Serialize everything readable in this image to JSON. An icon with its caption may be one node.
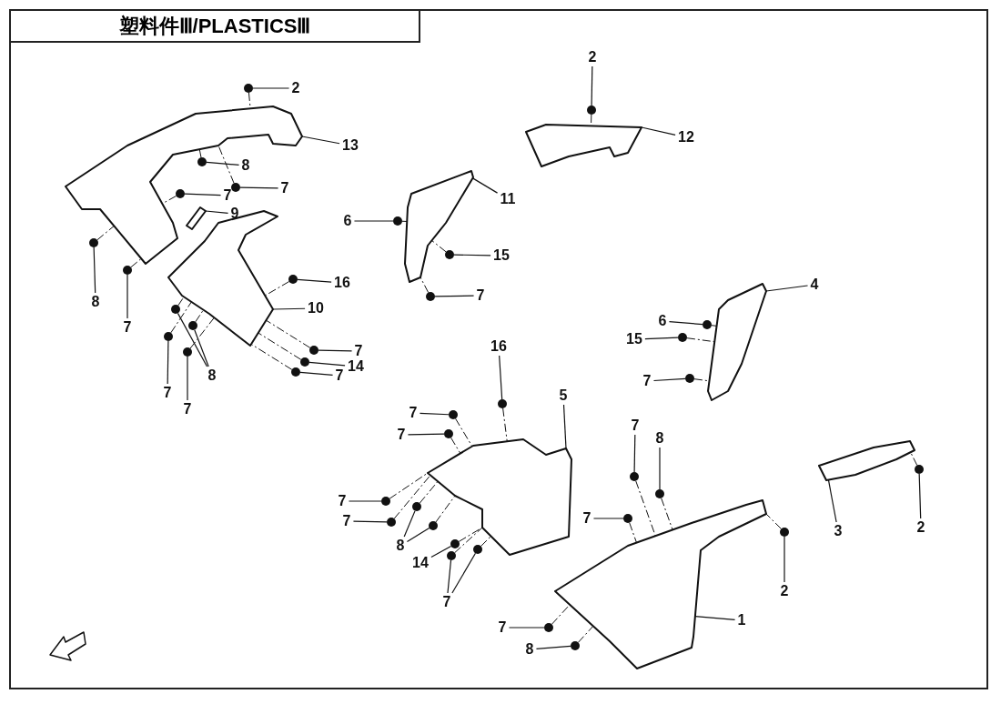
{
  "diagram": {
    "title": "塑料件Ⅲ/PLASTICSⅢ",
    "nodes": [
      {
        "text": [
          "2"
        ]
      },
      {
        "text": [],
        "shape": "circle"
      },
      {
        "text": [
          "13"
        ]
      },
      {
        "text": [],
        "shape": "picture"
      },
      {
        "text": [
          "8"
        ]
      },
      {
        "text": [],
        "shape": "circle"
      },
      {
        "text": [
          "7"
        ]
      },
      {
        "text": [],
        "shape": "circle"
      },
      {
        "text": [
          "7"
        ]
      },
      {
        "text": [],
        "shape": "circle"
      },
      {
        "text": [
          "9"
        ]
      },
      {
        "text": [],
        "shape": "picture"
      },
      {
        "text": [
          "8"
        ]
      },
      {
        "text": [],
        "shape": "circle"
      },
      {
        "text": [
          "7"
        ]
      },
      {
        "text": [],
        "shape": "circle"
      },
      {
        "text": [
          "16"
        ]
      },
      {
        "text": [],
        "shape": "circle"
      },
      {
        "text": [
          "10"
        ]
      },
      {
        "text": [],
        "shape": "picture"
      },
      {
        "text": [
          "7"
        ]
      },
      {
        "text": [],
        "shape": "circle"
      },
      {
        "text": [
          "14"
        ]
      },
      {
        "text": [],
        "shape": "circle"
      },
      {
        "text": [
          "7"
        ]
      },
      {
        "text": [],
        "shape": "circle"
      },
      {
        "text": [
          "7"
        ]
      },
      {
        "text": [],
        "shape": "circle"
      },
      {
        "text": [
          "8"
        ]
      },
      {
        "text": [],
        "shape": "circle"
      },
      {
        "text": [],
        "shape": "circle"
      },
      {
        "text": [
          "7"
        ]
      },
      {
        "text": [],
        "shape": "circle"
      },
      {
        "text": [
          "2"
        ]
      },
      {
        "text": [],
        "shape": "circle"
      },
      {
        "text": [
          "12"
        ]
      },
      {
        "text": [],
        "shape": "picture"
      },
      {
        "text": [
          "11"
        ]
      },
      {
        "text": [],
        "shape": "picture"
      },
      {
        "text": [
          "6"
        ]
      },
      {
        "text": [],
        "shape": "circle"
      },
      {
        "text": [
          "15"
        ]
      },
      {
        "text": [],
        "shape": "circle"
      },
      {
        "text": [
          "7"
        ]
      },
      {
        "text": [],
        "shape": "circle"
      },
      {
        "text": [
          "4"
        ]
      },
      {
        "text": [],
        "shape": "picture"
      },
      {
        "text": [
          "6"
        ]
      },
      {
        "text": [],
        "shape": "circle"
      },
      {
        "text": [
          "15"
        ]
      },
      {
        "text": [],
        "shape": "circle"
      },
      {
        "text": [
          "7"
        ]
      },
      {
        "text": [],
        "shape": "circle"
      },
      {
        "text": [
          "16"
        ]
      },
      {
        "text": [],
        "shape": "circle"
      },
      {
        "text": [
          "5"
        ]
      },
      {
        "text": [],
        "shape": "picture"
      },
      {
        "text": [
          "7"
        ]
      },
      {
        "text": [],
        "shape": "circle"
      },
      {
        "text": [
          "7"
        ]
      },
      {
        "text": [],
        "shape": "circle"
      },
      {
        "text": [
          "7"
        ]
      },
      {
        "text": [],
        "shape": "circle"
      },
      {
        "text": [
          "7"
        ]
      },
      {
        "text": [],
        "shape": "circle"
      },
      {
        "text": [
          "8"
        ]
      },
      {
        "text": [],
        "shape": "circle"
      },
      {
        "text": [],
        "shape": "circle"
      },
      {
        "text": [
          "14"
        ]
      },
      {
        "text": [],
        "shape": "circle"
      },
      {
        "text": [
          "7"
        ]
      },
      {
        "text": [],
        "shape": "circle"
      },
      {
        "text": [],
        "shape": "circle"
      },
      {
        "text": [
          "7"
        ]
      },
      {
        "text": [],
        "shape": "circle"
      },
      {
        "text": [
          "8"
        ]
      },
      {
        "text": [],
        "shape": "circle"
      },
      {
        "text": [
          "7"
        ]
      },
      {
        "text": [],
        "shape": "circle"
      },
      {
        "text": [
          "2"
        ]
      },
      {
        "text": [],
        "shape": "circle"
      },
      {
        "text": [
          "3"
        ]
      },
      {
        "text": [],
        "shape": "picture"
      },
      {
        "text": [
          "2"
        ]
      },
      {
        "text": [],
        "shape": "circle"
      },
      {
        "text": [
          "1"
        ]
      },
      {
        "text": [],
        "shape": "picture"
      },
      {
        "text": [
          "7"
        ]
      },
      {
        "text": [],
        "shape": "circle"
      },
      {
        "text": [
          "8"
        ]
      },
      {
        "text": [],
        "shape": "circle"
      }
    ],
    "edges": [
      {
        "from": 0,
        "to": 1,
        "arrow": "none"
      },
      {
        "from": 2,
        "to": 3,
        "arrow": "none"
      },
      {
        "from": 4,
        "to": 5,
        "arrow": "none"
      },
      {
        "from": 6,
        "to": 7,
        "arrow": "none"
      },
      {
        "from": 8,
        "to": 9,
        "arrow": "none"
      },
      {
        "from": 10,
        "to": 11,
        "arrow": "none"
      },
      {
        "from": 12,
        "to": 13,
        "arrow": "none"
      },
      {
        "from": 14,
        "to": 15,
        "arrow": "none"
      },
      {
        "from": 16,
        "to": 17,
        "arrow": "none"
      },
      {
        "from": 18,
        "to": 19,
        "arrow": "none"
      },
      {
        "from": 20,
        "to": 21,
        "arrow": "none"
      },
      {
        "from": 22,
        "to": 23,
        "arrow": "none"
      },
      {
        "from": 24,
        "to": 25,
        "arrow": "none"
      },
      {
        "from": 26,
        "to": 27,
        "arrow": "none"
      },
      {
        "from": 28,
        "to": 29,
        "arrow": "none"
      },
      {
        "from": 28,
        "to": 30,
        "arrow": "none"
      },
      {
        "from": 31,
        "to": 32,
        "arrow": "none"
      },
      {
        "from": 33,
        "to": 34,
        "arrow": "none"
      },
      {
        "from": 35,
        "to": 36,
        "arrow": "none"
      },
      {
        "from": 37,
        "to": 38,
        "arrow": "none"
      },
      {
        "from": 39,
        "to": 40,
        "arrow": "none"
      },
      {
        "from": 41,
        "to": 42,
        "arrow": "none"
      },
      {
        "from": 43,
        "to": 44,
        "arrow": "none"
      },
      {
        "from": 45,
        "to": 46,
        "arrow": "none"
      },
      {
        "from": 47,
        "to": 48,
        "arrow": "none"
      },
      {
        "from": 49,
        "to": 50,
        "arrow": "none"
      },
      {
        "from": 51,
        "to": 52,
        "arrow": "none"
      },
      {
        "from": 53,
        "to": 54,
        "arrow": "none"
      },
      {
        "from": 55,
        "to": 56,
        "arrow": "none"
      },
      {
        "from": 57,
        "to": 58,
        "arrow": "none"
      },
      {
        "from": 59,
        "to": 60,
        "arrow": "none"
      },
      {
        "from": 61,
        "to": 62,
        "arrow": "none"
      },
      {
        "from": 63,
        "to": 64,
        "arrow": "none"
      },
      {
        "from": 65,
        "to": 66,
        "arrow": "none"
      },
      {
        "from": 65,
        "to": 67,
        "arrow": "none"
      },
      {
        "from": 68,
        "to": 69,
        "arrow": "none"
      },
      {
        "from": 70,
        "to": 71,
        "arrow": "none"
      },
      {
        "from": 70,
        "to": 72,
        "arrow": "none"
      },
      {
        "from": 73,
        "to": 74,
        "arrow": "none"
      },
      {
        "from": 75,
        "to": 76,
        "arrow": "none"
      },
      {
        "from": 77,
        "to": 78,
        "arrow": "none"
      },
      {
        "from": 79,
        "to": 80,
        "arrow": "none"
      },
      {
        "from": 81,
        "to": 82,
        "arrow": "none"
      },
      {
        "from": 83,
        "to": 84,
        "arrow": "none"
      },
      {
        "from": 85,
        "to": 86,
        "arrow": "none"
      },
      {
        "from": 87,
        "to": 88,
        "arrow": "none"
      },
      {
        "from": 89,
        "to": 90,
        "arrow": "none"
      },
      {
        "from": 1,
        "to": 3,
        "arrow": "none",
        "style": "dashed"
      },
      {
        "from": 5,
        "to": 3,
        "arrow": "none",
        "style": "dashed"
      },
      {
        "from": 7,
        "to": 3,
        "arrow": "none",
        "style": "dashed"
      },
      {
        "from": 9,
        "to": 3,
        "arrow": "none",
        "style": "dashed"
      },
      {
        "from": 13,
        "to": 3,
        "arrow": "none",
        "style": "dashed"
      },
      {
        "from": 15,
        "to": 3,
        "arrow": "none",
        "style": "dashed"
      },
      {
        "from": 17,
        "to": 19,
        "arrow": "none",
        "style": "dashed"
      },
      {
        "from": 21,
        "to": 19,
        "arrow": "none",
        "style": "dashed"
      },
      {
        "from": 23,
        "to": 19,
        "arrow": "none",
        "style": "dashed"
      },
      {
        "from": 25,
        "to": 19,
        "arrow": "none",
        "style": "dashed"
      },
      {
        "from": 27,
        "to": 19,
        "arrow": "none",
        "style": "dashed"
      },
      {
        "from": 29,
        "to": 19,
        "arrow": "none",
        "style": "dashed"
      },
      {
        "from": 30,
        "to": 19,
        "arrow": "none",
        "style": "dashed"
      },
      {
        "from": 32,
        "to": 19,
        "arrow": "none",
        "style": "dashed"
      },
      {
        "from": 34,
        "to": 36,
        "arrow": "none",
        "style": "dashed"
      },
      {
        "from": 40,
        "to": 38,
        "arrow": "none",
        "style": "dashed"
      },
      {
        "from": 42,
        "to": 38,
        "arrow": "none",
        "style": "dashed"
      },
      {
        "from": 44,
        "to": 38,
        "arrow": "none",
        "style": "dashed"
      },
      {
        "from": 48,
        "to": 46,
        "arrow": "none",
        "style": "dashed"
      },
      {
        "from": 50,
        "to": 46,
        "arrow": "none",
        "style": "dashed"
      },
      {
        "from": 52,
        "to": 46,
        "arrow": "none",
        "style": "dashed"
      },
      {
        "from": 54,
        "to": 56,
        "arrow": "none",
        "style": "dashed"
      },
      {
        "from": 58,
        "to": 56,
        "arrow": "none",
        "style": "dashed"
      },
      {
        "from": 60,
        "to": 56,
        "arrow": "none",
        "style": "dashed"
      },
      {
        "from": 62,
        "to": 56,
        "arrow": "none",
        "style": "dashed"
      },
      {
        "from": 64,
        "to": 56,
        "arrow": "none",
        "style": "dashed"
      },
      {
        "from": 66,
        "to": 56,
        "arrow": "none",
        "style": "dashed"
      },
      {
        "from": 67,
        "to": 56,
        "arrow": "none",
        "style": "dashed"
      },
      {
        "from": 69,
        "to": 56,
        "arrow": "none",
        "style": "dashed"
      },
      {
        "from": 71,
        "to": 56,
        "arrow": "none",
        "style": "dashed"
      },
      {
        "from": 72,
        "to": 56,
        "arrow": "none",
        "style": "dashed"
      },
      {
        "from": 74,
        "to": 86,
        "arrow": "none",
        "style": "dashed"
      },
      {
        "from": 76,
        "to": 86,
        "arrow": "none",
        "style": "dashed"
      },
      {
        "from": 78,
        "to": 86,
        "arrow": "none",
        "style": "dashed"
      },
      {
        "from": 80,
        "to": 86,
        "arrow": "none",
        "style": "dashed"
      },
      {
        "from": 84,
        "to": 82,
        "arrow": "none",
        "style": "dashed"
      },
      {
        "from": 88,
        "to": 86,
        "arrow": "none",
        "style": "dashed"
      },
      {
        "from": 90,
        "to": 86,
        "arrow": "none",
        "style": "dashed"
      }
    ]
  }
}
